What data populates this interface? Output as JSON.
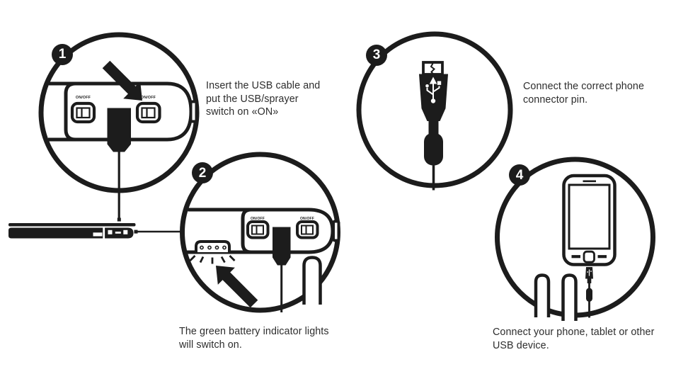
{
  "figure": {
    "type": "usb-charging-instruction-diagram",
    "colors": {
      "ink": "#1c1c1c",
      "background": "#ffffff",
      "caption_text": "#2d2d2d"
    },
    "switch_label": "ON/OFF",
    "steps": [
      {
        "number": "1",
        "lines": [
          "Insert the USB cable and",
          "put the USB/sprayer",
          "switch on «ON»"
        ],
        "graphic": "usb-plug-inserted-into-sprayer-module-with-two-on-off-switches-and-arrow"
      },
      {
        "number": "2",
        "lines": [
          "The green battery indicator lights",
          "will switch on."
        ],
        "graphic": "battery-indicator-leds-lighting-up-with-arrow-and-finger"
      },
      {
        "number": "3",
        "lines": [
          "Connect the correct phone",
          "connector pin."
        ],
        "graphic": "micro-usb-connector-pin-with-usb-symbol"
      },
      {
        "number": "4",
        "lines": [
          "Connect your phone, tablet or other",
          "USB device."
        ],
        "graphic": "smartphone-connected-to-usb-cable-with-fingers"
      }
    ]
  }
}
